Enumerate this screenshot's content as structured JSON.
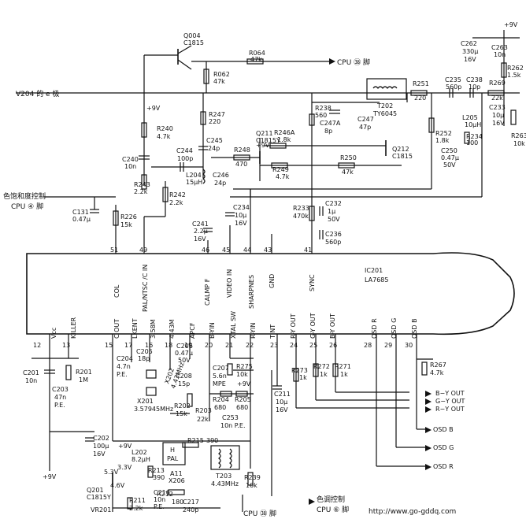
{
  "ic": {
    "ref": "IC201",
    "part": "LA7685"
  },
  "top_pins": [
    {
      "num": "51",
      "name": "COL"
    },
    {
      "num": "49",
      "name": "PAL/NTSC /C IN"
    },
    {
      "num": "46",
      "name": "CALMP F"
    },
    {
      "num": "45",
      "name": "VIDEO IN"
    },
    {
      "num": "44",
      "name": "SHARPNES"
    },
    {
      "num": "43",
      "name": "GND"
    },
    {
      "num": "41",
      "name": "SYNC"
    }
  ],
  "bottom_pins": [
    {
      "num": "12",
      "name": "Vcc"
    },
    {
      "num": "13",
      "name": "KILLER"
    },
    {
      "num": "15",
      "name": "C OUT"
    },
    {
      "num": "17",
      "name": "LKENT"
    },
    {
      "num": "16",
      "name": "3.58M"
    },
    {
      "num": "18",
      "name": "4.43M"
    },
    {
      "num": "19",
      "name": "APCF"
    },
    {
      "num": "20",
      "name": "B-YIN"
    },
    {
      "num": "21",
      "name": "XTAL SW"
    },
    {
      "num": "22",
      "name": "R-YIN"
    },
    {
      "num": "23",
      "name": "TINT"
    },
    {
      "num": "24",
      "name": "R-Y OUT"
    },
    {
      "num": "25",
      "name": "G-Y OUT"
    },
    {
      "num": "26",
      "name": "B-Y OUT"
    },
    {
      "num": "28",
      "name": "OSD R"
    },
    {
      "num": "29",
      "name": "OSD G"
    },
    {
      "num": "30",
      "name": "OSD B"
    }
  ],
  "nets": {
    "v204": "V204 的 e 极",
    "plus9v_1": "+9V",
    "plus9v_2": "+9V",
    "plus9v_3": "+9V",
    "plus9v_4": "+9V",
    "plus9v_5": "+9V",
    "plus9v_6": "+9V",
    "cpu38_top": "CPU ㊳ 脚",
    "sat_ctrl_1": "色饱和度控制",
    "sat_ctrl_2": "CPU ④ 脚",
    "tint_ctrl_1": "色调控制",
    "tint_ctrl_2": "CPU ⑥ 脚",
    "cpu38_bottom": "CPU ㊳ 脚",
    "b_yout": "B−Y OUT",
    "g_yout": "G−Y OUT",
    "r_yout": "R−Y OUT",
    "osd_b": "OSD  B",
    "osd_g": "OSD  G",
    "osd_r": "OSD  R"
  },
  "components": {
    "q004": [
      "Q004",
      "C1815"
    ],
    "r064": [
      "R064",
      "47k"
    ],
    "r062": [
      "R062",
      "47k"
    ],
    "r247": [
      "R247",
      "220"
    ],
    "r240": [
      "R240",
      "4.7k"
    ],
    "c240": [
      "C240",
      "10n"
    ],
    "c245": [
      "C245",
      "24p"
    ],
    "c244": [
      "C244",
      "100p"
    ],
    "l204": [
      "L204",
      "15μH"
    ],
    "c246": [
      "C246",
      "24p"
    ],
    "q211": [
      "Q211",
      "C1815Y"
    ],
    "r248": [
      "R248",
      "470"
    ],
    "r249": [
      "R249",
      "4.7k"
    ],
    "r246a": [
      "R246A",
      "1.8k"
    ],
    "r238": [
      "R238",
      "560"
    ],
    "c247a": [
      "C247A",
      "8p"
    ],
    "c247": [
      "C247",
      "47p"
    ],
    "t202": [
      "T202",
      "TY6045"
    ],
    "r250": [
      "R250",
      "47k"
    ],
    "q212": [
      "Q212",
      "C1815"
    ],
    "r251": [
      "R251",
      "220"
    ],
    "c235": [
      "C235",
      "560p"
    ],
    "c238": [
      "C238",
      "10p"
    ],
    "r269": [
      "R269",
      "22k"
    ],
    "c262": [
      "C262",
      "330μ",
      "16V"
    ],
    "c263": [
      "C263",
      "10n"
    ],
    "r262": [
      "R262",
      "1.5k"
    ],
    "c233": [
      "C233",
      "10μ",
      "16V"
    ],
    "r263": [
      "R263",
      "10k"
    ],
    "r252": [
      "R252",
      "1.8k"
    ],
    "l205": [
      "L205",
      "10μH"
    ],
    "r234": [
      "R234",
      "100"
    ],
    "c250": [
      "C250",
      "0.47μ",
      "50V"
    ],
    "r243": [
      "R243",
      "2.2k"
    ],
    "r242": [
      "R242",
      "2.2k"
    ],
    "c131": [
      "C131",
      "0.47μ"
    ],
    "r226": [
      "R226",
      "15k"
    ],
    "c234": [
      "C234",
      "10μ",
      "16V"
    ],
    "c241": [
      "C241",
      "2.2μ",
      "16V"
    ],
    "r233": [
      "R233",
      "470k"
    ],
    "c232": [
      "C232",
      "1μ",
      "50V"
    ],
    "c236": [
      "C236",
      "560p"
    ],
    "c201": [
      "C201",
      "10n"
    ],
    "c203": [
      "C203",
      "47n",
      "P.E."
    ],
    "r201": [
      "R201",
      "1M"
    ],
    "c204": [
      "C204",
      "4.7n",
      "P.E."
    ],
    "c205": [
      "C205",
      "18p"
    ],
    "x202": [
      "X202",
      "4.43MHz"
    ],
    "c206": [
      "C206",
      "0.47μ",
      "50V"
    ],
    "c208": [
      "C208",
      "15p"
    ],
    "x201": [
      "X201",
      "3.57945MHz"
    ],
    "r202": [
      "R202",
      "15k"
    ],
    "r203": [
      "R203",
      "22k"
    ],
    "c207": [
      "C207",
      "5.6n",
      "MPE"
    ],
    "r275": [
      "R275",
      "10k"
    ],
    "r204": [
      "R204",
      "680"
    ],
    "r205": [
      "R205",
      "680"
    ],
    "c253": [
      "C253",
      "10n P.E."
    ],
    "c211": [
      "C211",
      "10μ",
      "16V"
    ],
    "r273": [
      "R273",
      "1k"
    ],
    "r272": [
      "R272",
      "1k"
    ],
    "r271": [
      "R271",
      "1k"
    ],
    "r267": [
      "R267",
      "4.7k"
    ],
    "c202": [
      "C202",
      "100μ",
      "16V"
    ],
    "l202": [
      "L202",
      "8.2μH"
    ],
    "a11": [
      "A11",
      "X206"
    ],
    "r215": [
      "R215",
      "390"
    ],
    "t203": [
      "T203",
      "4.43MHz"
    ],
    "r213": [
      "R213",
      "390"
    ],
    "q201": [
      "Q201",
      "C1815Y"
    ],
    "c216": [
      "C216",
      "10n",
      "P.E."
    ],
    "r212": [
      "R212",
      "180"
    ],
    "r211": [
      "R211",
      "2.2k"
    ],
    "c217": [
      "C217",
      "240p"
    ],
    "r239": [
      "R239",
      "10k"
    ],
    "vr201": [
      "VR201"
    ],
    "h_pal": [
      "H",
      "PAL"
    ]
  },
  "voltages": {
    "v33": "3.3V",
    "v46": "4.6V",
    "v53": "5.3V"
  },
  "watermark": "http://www.go-gddq.com"
}
